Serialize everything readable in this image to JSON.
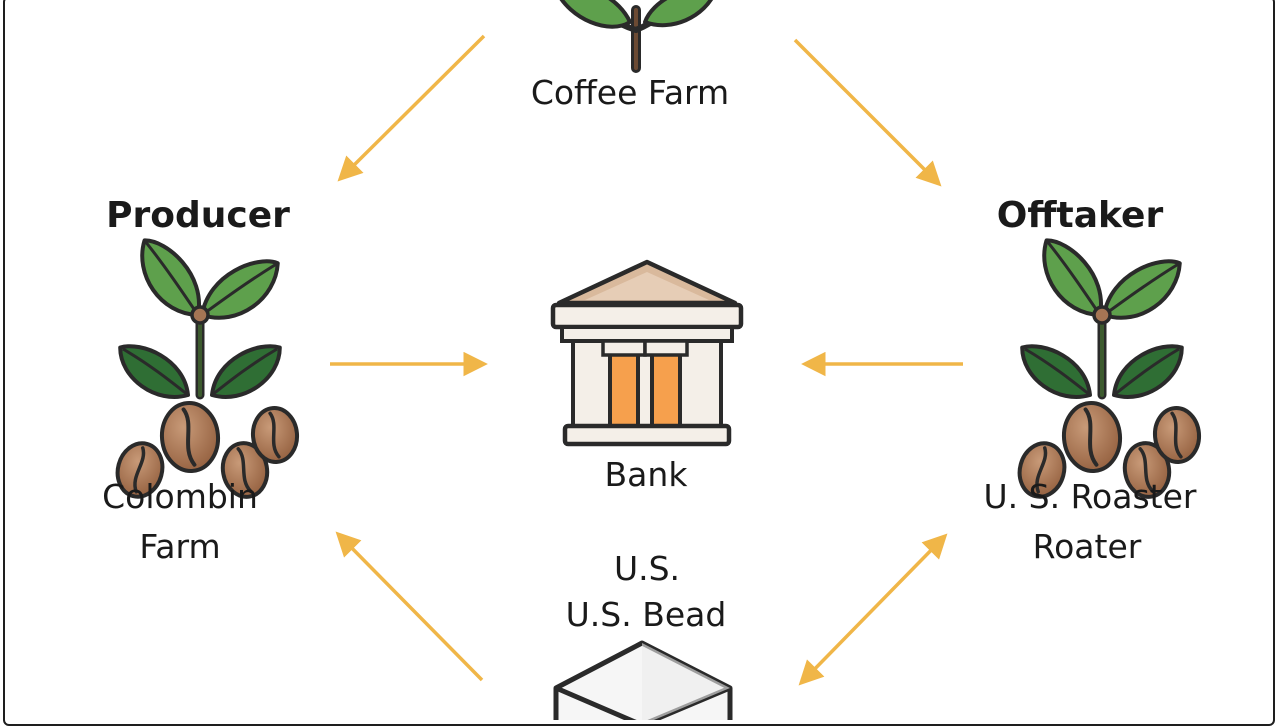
{
  "nodes": {
    "coffee_farm": {
      "label": "Coffee Farm"
    },
    "producer": {
      "title": "Producer",
      "label_line1": "Colombin",
      "label_line2": "Farm"
    },
    "offtaker": {
      "title": "Offtaker",
      "label_line1": "U. S. Roaster",
      "label_line2": "Roater"
    },
    "bank": {
      "label": "Bank"
    },
    "us_bead": {
      "label_line1": "U.S.",
      "label_line2": "U.S. Bead"
    }
  },
  "colors": {
    "arrow": "#f0b648",
    "leaf": "#5ea04c",
    "leaf_dark": "#2f6e34",
    "bean": "#a57554",
    "bank_stone": "#f4efe8",
    "bank_roof": "#d9b99c",
    "bank_column_accent": "#f6a04d",
    "outline": "#2a2a2a"
  }
}
